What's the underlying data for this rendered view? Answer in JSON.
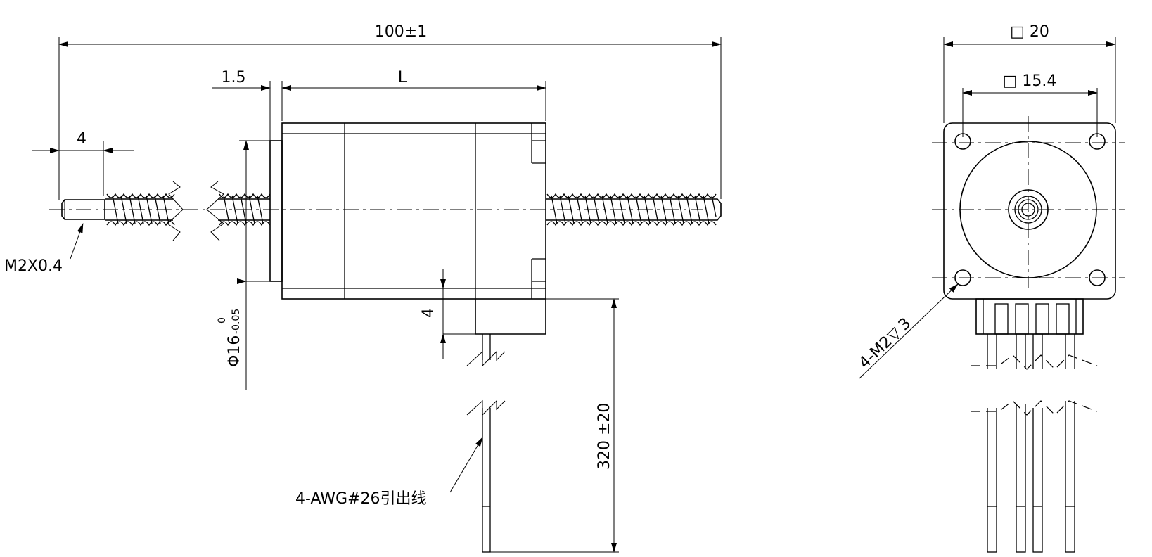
{
  "side_view": {
    "overall_length": "100±1",
    "flange_thickness": "1.5",
    "body_length": "L",
    "thread_length": "4",
    "thread_spec": "M2X0.4",
    "pilot_diameter": "Φ16",
    "pilot_tol_upper": "0",
    "pilot_tol_lower": "-0.05",
    "lead_offset": "4",
    "lead_length": "320 ±20",
    "lead_spec": "4-AWG#26引出线"
  },
  "front_view": {
    "outer_square": "□ 20",
    "hole_spacing": "□ 15.4",
    "mount_holes": "4-M2",
    "depth_symbol": "▽",
    "hole_depth": "3"
  }
}
